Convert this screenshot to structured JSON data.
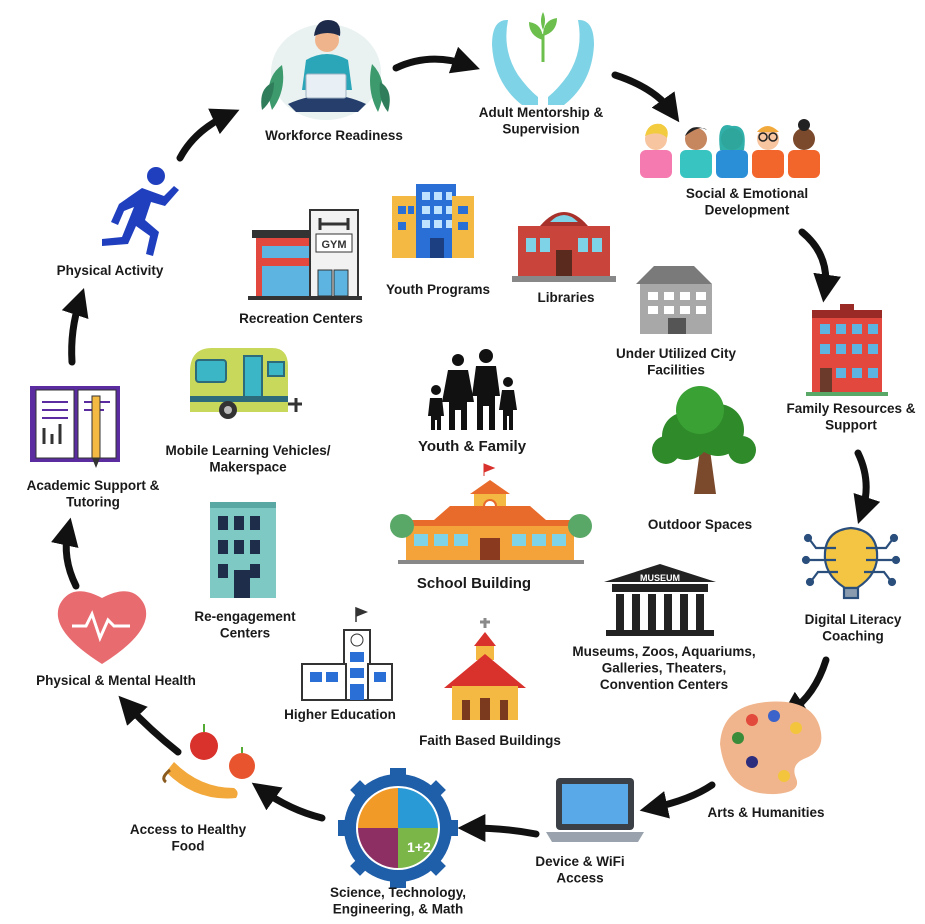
{
  "outer_cycle": [
    {
      "id": "workforce",
      "lines": [
        "Workforce Readiness"
      ],
      "icon": "person-laptop-icon"
    },
    {
      "id": "mentorship",
      "lines": [
        "Adult Mentorship &",
        "Supervision"
      ],
      "icon": "hands-plant-icon"
    },
    {
      "id": "social",
      "lines": [
        "Social & Emotional",
        "Development"
      ],
      "icon": "diverse-people-icon"
    },
    {
      "id": "family",
      "lines": [
        "Family Resources &",
        "Support"
      ],
      "icon": "family-house-icon"
    },
    {
      "id": "digital",
      "lines": [
        "Digital Literacy",
        "Coaching"
      ],
      "icon": "lightbulb-circuit-icon"
    },
    {
      "id": "arts",
      "lines": [
        "Arts & Humanities"
      ],
      "icon": "paint-palette-icon"
    },
    {
      "id": "device",
      "lines": [
        "Device & WiFi",
        "Access"
      ],
      "icon": "laptop-icon"
    },
    {
      "id": "stem",
      "lines": [
        "Science, Technology,",
        "Engineering, & Math"
      ],
      "icon": "stem-gear-icon"
    },
    {
      "id": "food",
      "lines": [
        "Access to Healthy",
        "Food"
      ],
      "icon": "fruit-icon"
    },
    {
      "id": "health",
      "lines": [
        "Physical & Mental Health"
      ],
      "icon": "heart-pulse-icon"
    },
    {
      "id": "academic",
      "lines": [
        "Academic Support &",
        "Tutoring"
      ],
      "icon": "book-pencil-icon"
    },
    {
      "id": "physical",
      "lines": [
        "Physical Activity"
      ],
      "icon": "runner-icon"
    }
  ],
  "inner_spaces": [
    {
      "id": "recreation",
      "lines": [
        "Recreation Centers"
      ],
      "icon": "gym-building-icon"
    },
    {
      "id": "youthprog",
      "lines": [
        "Youth Programs"
      ],
      "icon": "office-building-icon"
    },
    {
      "id": "libraries",
      "lines": [
        "Libraries"
      ],
      "icon": "library-building-icon"
    },
    {
      "id": "underutil",
      "lines": [
        "Under Utilized City",
        "Facilities"
      ],
      "icon": "city-facility-icon"
    },
    {
      "id": "outdoor",
      "lines": [
        "Outdoor Spaces"
      ],
      "icon": "tree-icon"
    },
    {
      "id": "museums",
      "lines": [
        "Museums, Zoos, Aquariums,",
        "Galleries, Theaters,",
        "Convention Centers"
      ],
      "icon": "museum-icon",
      "sign": "MUSEUM"
    },
    {
      "id": "faith",
      "lines": [
        "Faith Based Buildings"
      ],
      "icon": "church-icon"
    },
    {
      "id": "higher",
      "lines": [
        "Higher Education"
      ],
      "icon": "university-icon"
    },
    {
      "id": "reengage",
      "lines": [
        "Re-engagement",
        "Centers"
      ],
      "icon": "tower-building-icon"
    },
    {
      "id": "mobile",
      "lines": [
        "Mobile Learning Vehicles/",
        "Makerspace"
      ],
      "icon": "camper-trailer-icon"
    }
  ],
  "center": [
    {
      "id": "youthfamily",
      "lines": [
        "Youth & Family"
      ],
      "icon": "family-silhouette-icon"
    },
    {
      "id": "school",
      "lines": [
        "School Building"
      ],
      "icon": "school-building-icon"
    }
  ],
  "gym_sign": "GYM",
  "colors": {
    "arrow": "#111111",
    "brick": "#e2483d",
    "teal": "#5fc3c7",
    "blue": "#1f3fbf",
    "gold": "#f4b942"
  }
}
